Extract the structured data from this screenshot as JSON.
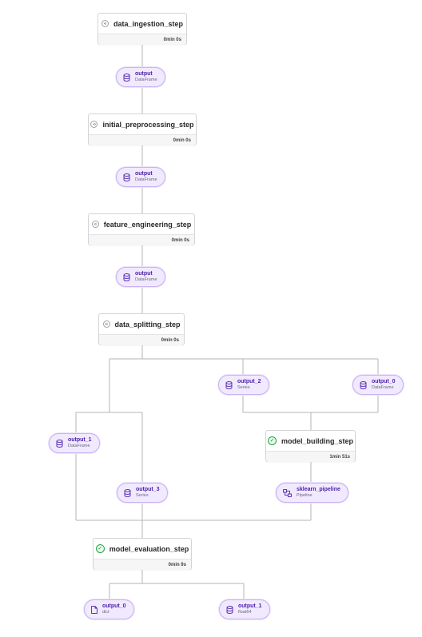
{
  "steps": {
    "data_ingestion": {
      "name": "data_ingestion_step",
      "duration": "0min 0s",
      "status": "cached"
    },
    "initial_preprocessing": {
      "name": "initial_preprocessing_step",
      "duration": "0min 0s",
      "status": "cached"
    },
    "feature_engineering": {
      "name": "feature_engineering_step",
      "duration": "0min 0s",
      "status": "cached"
    },
    "data_splitting": {
      "name": "data_splitting_step",
      "duration": "0min 0s",
      "status": "cached"
    },
    "model_building": {
      "name": "model_building_step",
      "duration": "1min 51s",
      "status": "completed"
    },
    "model_evaluation": {
      "name": "model_evaluation_step",
      "duration": "0min 9s",
      "status": "completed"
    }
  },
  "artifacts": {
    "ingestion_output": {
      "name": "output",
      "type": "DataFrame",
      "icon": "database-icon"
    },
    "preprocessing_output": {
      "name": "output",
      "type": "DataFrame",
      "icon": "database-icon"
    },
    "feature_output": {
      "name": "output",
      "type": "DataFrame",
      "icon": "database-icon"
    },
    "split_output_2": {
      "name": "output_2",
      "type": "Series",
      "icon": "database-icon"
    },
    "split_output_0": {
      "name": "output_0",
      "type": "DataFrame",
      "icon": "database-icon"
    },
    "split_output_1": {
      "name": "output_1",
      "type": "DataFrame",
      "icon": "database-icon"
    },
    "split_output_3": {
      "name": "output_3",
      "type": "Series",
      "icon": "database-icon"
    },
    "sklearn_pipeline": {
      "name": "sklearn_pipeline",
      "type": "Pipeline",
      "icon": "pipeline-icon"
    },
    "eval_output_0": {
      "name": "output_0",
      "type": "dict",
      "icon": "document-icon"
    },
    "eval_output_1": {
      "name": "output_1",
      "type": "float64",
      "icon": "database-icon"
    }
  },
  "colors": {
    "artifact_fill": "#f1eaff",
    "artifact_border": "#c9b3f2",
    "artifact_text": "#4b1fa8",
    "completed_green": "#22a447",
    "edge": "#b5b5b5"
  }
}
